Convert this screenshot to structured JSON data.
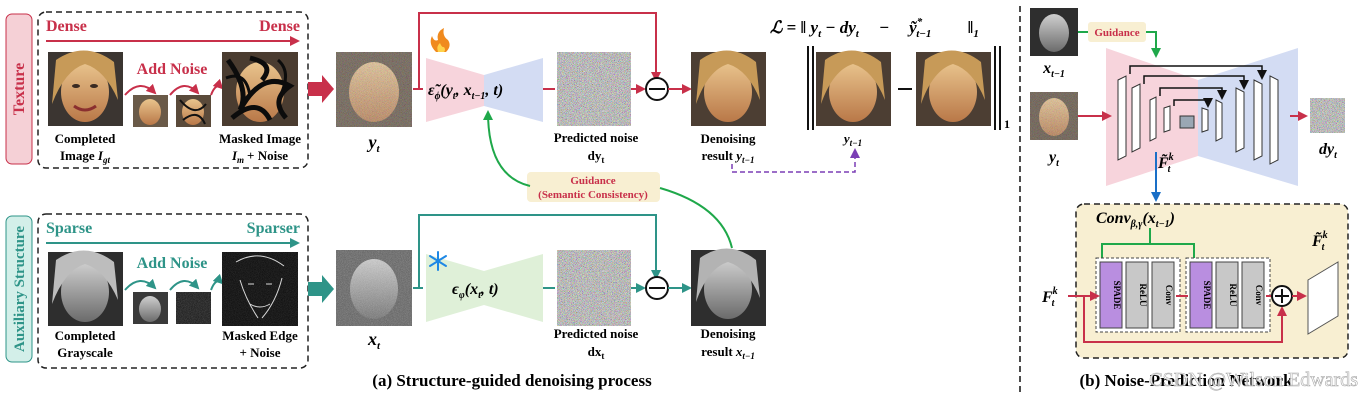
{
  "colors": {
    "texture": "#c8304a",
    "structure": "#2e9488",
    "guidance_green": "#1fa84a",
    "dashed_purple": "#7b3fb5",
    "enc_pink": "#f7d4dc",
    "dec_blue": "#d3dcf3",
    "mono_green": "#dff0d8",
    "norm_purple": "#b98ee0",
    "relu_gray": "#c8c8c8",
    "panel_beige": "#f8efd2",
    "bar_blue": "#1a6fc7"
  },
  "icons": {
    "trainable": "fire-icon",
    "frozen": "snowflake-icon"
  },
  "texture": {
    "side_label": "Texture",
    "dense_left": "Dense",
    "dense_right": "Dense",
    "add_noise": "Add Noise",
    "completed_l1": "Completed",
    "completed_l2": "Image",
    "completed_sym": "I",
    "completed_sub": "gt",
    "masked_l1": "Masked Image",
    "masked_sym": "I",
    "masked_sub": "m",
    "masked_tail": "+ Noise"
  },
  "structure": {
    "side_label": "Auxiliary Structure",
    "sparse_left": "Sparse",
    "sparse_right": "Sparser",
    "add_noise": "Add Noise",
    "completed_l1": "Completed",
    "completed_l2": "Grayscale",
    "masked_l1": "Masked Edge",
    "masked_l2": "+ Noise"
  },
  "top_flow": {
    "y_t_base": "y",
    "y_t_sub": "t",
    "net_eps": "ε̃",
    "net_sub": "ϕ",
    "net_args": "(y",
    "net_args2": ", x",
    "net_args3": "t−1",
    "net_args4": ", t)",
    "pred_label": "Predicted noise",
    "pred_sym": "dy",
    "pred_sub": "t",
    "result_l1": "Denoising",
    "result_l2": "result",
    "result_sym": "y",
    "result_sub": "t−1"
  },
  "bottom_flow": {
    "x_t_base": "x",
    "x_t_sub": "t",
    "net_eps": "ϵ",
    "net_sub": "φ",
    "net_args": "(x",
    "net_args2": ", t)",
    "pred_label": "Predicted noise",
    "pred_sym": "dx",
    "pred_sub": "t",
    "result_l1": "Denoising",
    "result_l2": "result",
    "result_sym": "x",
    "result_sub": "t−1"
  },
  "guidance_semantic": {
    "l1": "Guidance",
    "l2": "(Semantic Consistency)"
  },
  "loss": {
    "lhs": "ℒ = ‖ y",
    "lhs_sub": "t",
    "minus": "− dy",
    "minus_sub": "t",
    "minus2": "−",
    "target": "ỹ",
    "target_sup": "*",
    "target_sub": "t−1",
    "norm": "‖",
    "norm_sub": "1",
    "inner_sym": "y",
    "inner_sub": "t−1",
    "outer_sub": "1"
  },
  "caption_a": "(a)  Structure-guided denoising process",
  "panel_b": {
    "guidance": "Guidance",
    "x_sym": "x",
    "x_sub": "t−1",
    "y_sym": "y",
    "y_sub": "t",
    "feat_sym": "F̃",
    "feat_sup": "k",
    "feat_sub": "t",
    "out_sym": "dy",
    "out_sub": "t",
    "conv_title": "Conv",
    "conv_sub": "β,γ",
    "conv_arg": "(x",
    "conv_arg_sub": "t−1",
    "conv_close": ")",
    "input_sym": "F",
    "input_sup": "k",
    "input_sub": "t",
    "out_feat_sym": "F̃",
    "out_feat_sup": "k",
    "out_feat_sub": "t",
    "block_labels": [
      "SPADE",
      "ReLU",
      "Conv"
    ],
    "caption": "(b) Noise-Prediction Network"
  },
  "watermark": "CSDN @Wilson Edwards"
}
